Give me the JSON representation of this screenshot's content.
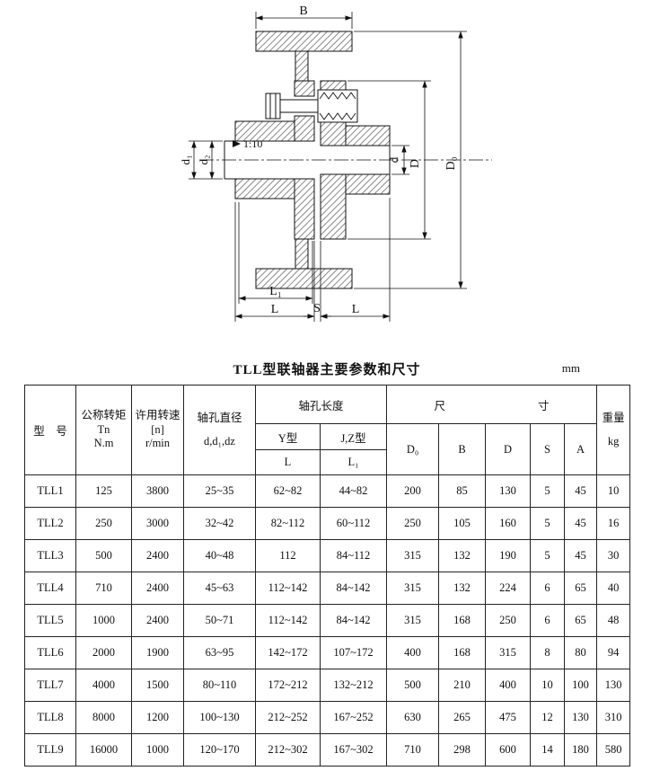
{
  "page_title": "TLL型联轴器主要参数和尺寸",
  "unit_label": "mm",
  "diagram": {
    "labels": {
      "b": "B",
      "d0": "D₀",
      "d_flange": "D",
      "d_bore": "d",
      "d1": "d₁",
      "d2": "d₂",
      "taper": "1:10",
      "l1": "L₁",
      "l_left": "L",
      "s": "S",
      "l_right": "L"
    }
  },
  "table": {
    "headers": {
      "model": "型　号",
      "torque_line1": "公称转矩",
      "torque_line2": "Tn",
      "torque_line3": "N.m",
      "speed_line1": "许用转速",
      "speed_line2": "[n]",
      "speed_line3": "r/min",
      "bore_line1": "轴孔直径",
      "bore_line2": "d,d₁,dz",
      "bore_length": "轴孔长度",
      "y_type": "Y型",
      "jz_type": "J,Z型",
      "l": "L",
      "l1": "L₁",
      "dims_left": "尺",
      "dims_right": "寸",
      "d0": "D₀",
      "b": "B",
      "d": "D",
      "s": "S",
      "a": "A",
      "weight_line1": "重量",
      "weight_line2": "kg"
    },
    "rows": [
      [
        "TLL1",
        "125",
        "3800",
        "25~35",
        "62~82",
        "44~82",
        "200",
        "85",
        "130",
        "5",
        "45",
        "10"
      ],
      [
        "TLL2",
        "250",
        "3000",
        "32~42",
        "82~112",
        "60~112",
        "250",
        "105",
        "160",
        "5",
        "45",
        "16"
      ],
      [
        "TLL3",
        "500",
        "2400",
        "40~48",
        "112",
        "84~112",
        "315",
        "132",
        "190",
        "5",
        "45",
        "30"
      ],
      [
        "TLL4",
        "710",
        "2400",
        "45~63",
        "112~142",
        "84~142",
        "315",
        "132",
        "224",
        "6",
        "65",
        "40"
      ],
      [
        "TLL5",
        "1000",
        "2400",
        "50~71",
        "112~142",
        "84~142",
        "315",
        "168",
        "250",
        "6",
        "65",
        "48"
      ],
      [
        "TLL6",
        "2000",
        "1900",
        "63~95",
        "142~172",
        "107~172",
        "400",
        "168",
        "315",
        "8",
        "80",
        "94"
      ],
      [
        "TLL7",
        "4000",
        "1500",
        "80~110",
        "172~212",
        "132~212",
        "500",
        "210",
        "400",
        "10",
        "100",
        "130"
      ],
      [
        "TLL8",
        "8000",
        "1200",
        "100~130",
        "212~252",
        "167~252",
        "630",
        "265",
        "475",
        "12",
        "130",
        "310"
      ],
      [
        "TLL9",
        "16000",
        "1000",
        "120~170",
        "212~302",
        "167~302",
        "710",
        "298",
        "600",
        "14",
        "180",
        "580"
      ]
    ]
  }
}
